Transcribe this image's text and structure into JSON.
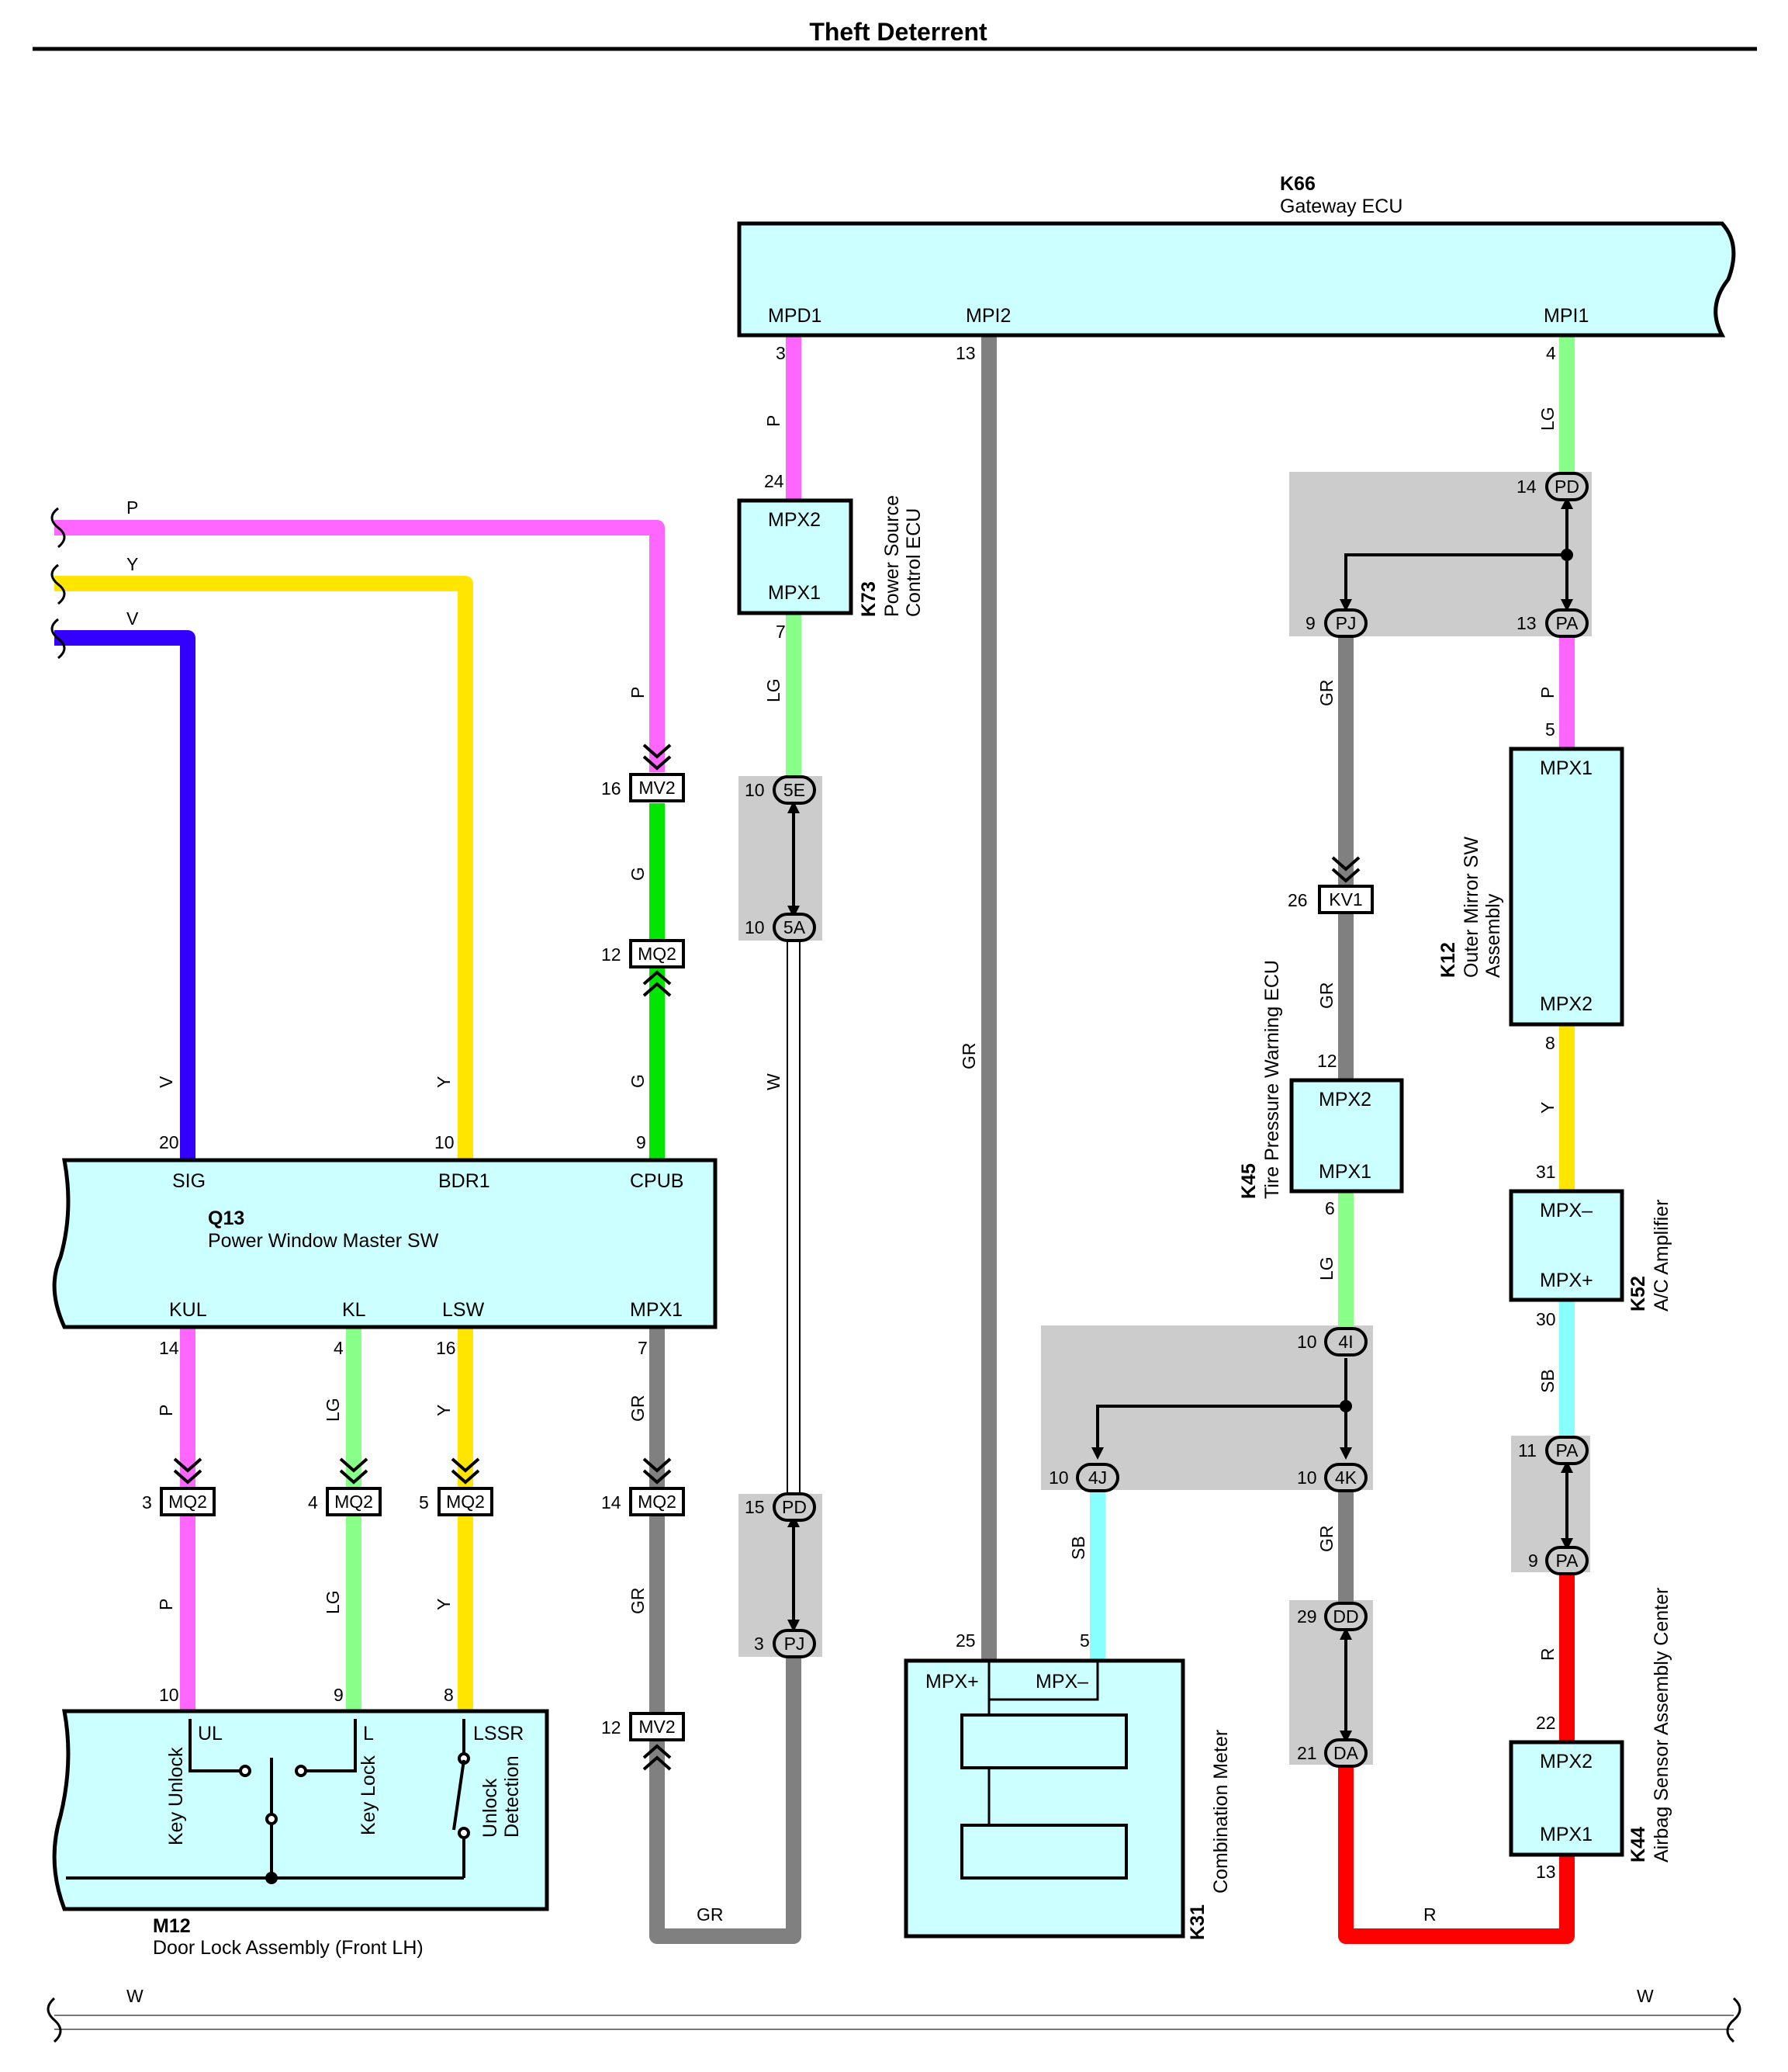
{
  "title": "Theft Deterrent",
  "colors": {
    "P": "#ff66ff",
    "Y": "#ffe500",
    "V": "#3300ff",
    "G": "#00e600",
    "LG": "#88ff88",
    "GR": "#808080",
    "SB": "#88ffff",
    "R": "#ff0000",
    "W": "#ffffff",
    "box": "#ccffff",
    "shade": "#cccccc"
  },
  "components": {
    "k66": {
      "code": "K66",
      "name": "Gateway ECU",
      "pins": {
        "mpd1": "MPD1",
        "mpi2": "MPI2",
        "mpi1": "MPI1"
      }
    },
    "k73": {
      "code": "K73",
      "name_lines": [
        "Power Source",
        "Control ECU"
      ],
      "pin_top": "MPX2",
      "pin_bottom": "MPX1"
    },
    "q13": {
      "code": "Q13",
      "name": "Power Window Master SW",
      "pins_top": [
        "SIG",
        "BDR1",
        "CPUB"
      ],
      "pins_bottom": [
        "KUL",
        "KL",
        "LSW",
        "MPX1"
      ]
    },
    "m12": {
      "code": "M12",
      "name": "Door Lock Assembly (Front LH)",
      "pins": [
        "UL",
        "L",
        "LSSR"
      ],
      "labels": [
        "Key Unlock",
        "Key Lock",
        "Unlock",
        "Detection"
      ]
    },
    "k31": {
      "code": "K31",
      "name": "Combination Meter",
      "pins": [
        "MPX+",
        "MPX–"
      ]
    },
    "k45": {
      "code": "K45",
      "name": "Tire Pressure Warning ECU",
      "pin_top": "MPX2",
      "pin_bottom": "MPX1"
    },
    "k12": {
      "code": "K12",
      "name_lines": [
        "Outer Mirror SW",
        "Assembly"
      ],
      "pin_top": "MPX1",
      "pin_bottom": "MPX2"
    },
    "k52": {
      "code": "K52",
      "name": "A/C Amplifier",
      "pin_top": "MPX–",
      "pin_bottom": "MPX+"
    },
    "k44": {
      "code": "K44",
      "name": "Airbag Sensor Assembly Center",
      "pin_top": "MPX2",
      "pin_bottom": "MPX1"
    }
  },
  "connectors": {
    "mv2": "MV2",
    "mq2": "MQ2",
    "kv1": "KV1",
    "j5e": "5E",
    "j5a": "5A",
    "jpd": "PD",
    "jpj": "PJ",
    "jpa": "PA",
    "j4i": "4I",
    "j4j": "4J",
    "j4k": "4K",
    "jdd": "DD",
    "jda": "DA"
  },
  "pin_numbers": {
    "mpd1": "3",
    "mpi2": "13",
    "mpi1": "4",
    "k73_top": "24",
    "k73_bottom": "7",
    "j5e": "10",
    "j5a": "10",
    "jpd_l": "15",
    "jpj_l": "3",
    "mv2_a": "16",
    "mq2_a": "12",
    "sig": "20",
    "bdr1": "10",
    "cpub": "9",
    "kul": "14",
    "kl": "4",
    "lsw": "16",
    "mpx1": "7",
    "mq2_kul": "3",
    "mq2_kl": "4",
    "mq2_lsw": "5",
    "mq2_gr": "14",
    "mv2_gr": "12",
    "m12_ul": "10",
    "m12_l": "9",
    "m12_lssr": "8",
    "k31_plus": "25",
    "k31_minus": "5",
    "jpd_r": "14",
    "jpj_r": "9",
    "jpa_r": "13",
    "k12_top": "5",
    "k12_bottom": "8",
    "kv1": "26",
    "k45_top": "12",
    "k45_bottom": "6",
    "j4i": "10",
    "j4j": "10",
    "j4k": "10",
    "k52_top": "31",
    "k52_bottom": "30",
    "jpa_a": "11",
    "jpa_b": "9",
    "jdd": "29",
    "jda": "21",
    "k44_top": "22",
    "k44_bottom": "13"
  },
  "wire_labels": {
    "p": "P",
    "y": "Y",
    "v": "V",
    "g": "G",
    "lg": "LG",
    "gr": "GR",
    "sb": "SB",
    "r": "R",
    "w": "W"
  }
}
